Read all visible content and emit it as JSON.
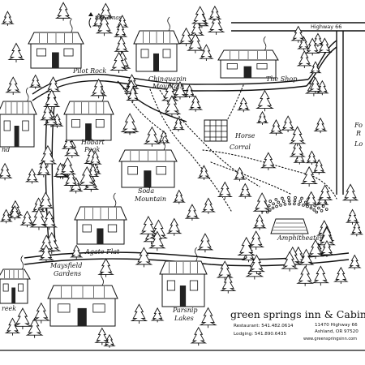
{
  "map": {
    "labels": {
      "to_camas": "to Camas",
      "highway_66": "Highway 66",
      "pilot_rock": "Pilot Rock",
      "chinquapin": "Chinquapin",
      "mountain": "Mountain",
      "the_shop": "The Shop",
      "hobart": "Hobart",
      "peak": "Peak",
      "horse": "Horse",
      "corral": "Corral",
      "soda": "Soda",
      "soda_mountain": "Mountain",
      "amphitheater": "Amphitheater",
      "agate_flat": "Agate Flat",
      "maysfield": "Maysfield",
      "gardens": "Gardens",
      "parsnip": "Parsnip",
      "lakes": "Lakes",
      "edge_nd": "nd",
      "edge_reek": "reek",
      "edge_fo": "Fo",
      "edge_r": "R",
      "edge_lo": "Lo"
    },
    "footer": {
      "title": "green springs inn & Cabin",
      "restaurant": "Restaurant: 541.482.0614",
      "address": "11470 Highway 66",
      "city": "Ashland, OR 97520",
      "lodging": "Lodging: 541.890.6435",
      "website": "www.greenspringsinn.com"
    }
  }
}
